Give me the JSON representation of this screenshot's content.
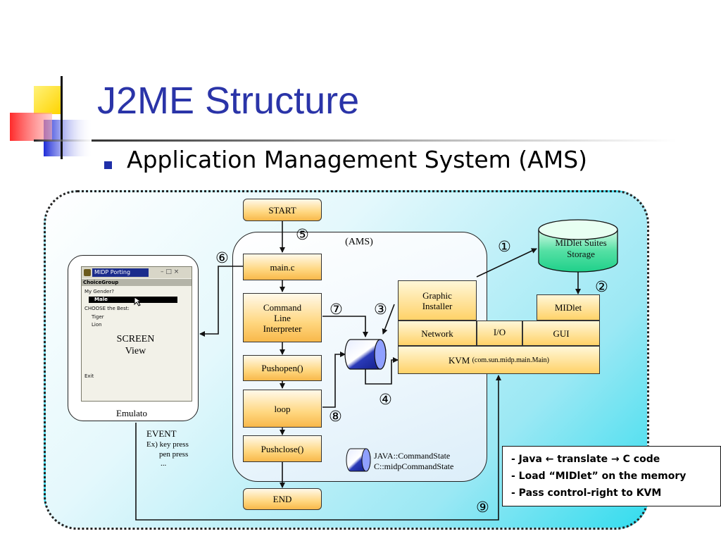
{
  "slide": {
    "title": "J2ME Structure",
    "bullet": "Application Management System (AMS)"
  },
  "diagram": {
    "ams_label": "(AMS)",
    "flow": {
      "start": "START",
      "main": "main.c",
      "cli_line1": "Command",
      "cli_line2": "Line",
      "cli_line3": "Interpreter",
      "pushopen": "Pushopen()",
      "loop": "loop",
      "pushclose": "Pushclose()",
      "end": "END"
    },
    "vm": {
      "graphic_installer_line1": "Graphic",
      "graphic_installer_line2": "Installer",
      "midlet": "MIDlet",
      "network": "Network",
      "io": "I/O",
      "gui": "GUI",
      "kvm": "KVM",
      "kvm_class": "(com.sun.midp.main.Main)"
    },
    "storage": {
      "line1": "MIDlet Suites",
      "line2": "Storage"
    },
    "emulator": {
      "label": "Emulato",
      "screen_line1": "SCREEN",
      "screen_line2": "View",
      "window_title": "MIDP Porting",
      "header": "ChoiceGroup",
      "q1": "My Gender?",
      "selected": "Male",
      "q2": "CHOOSE the Best:",
      "opt1": "Tiger",
      "opt2": "Lion",
      "exit": "Exit"
    },
    "event": {
      "title": "EVENT",
      "line1": "Ex) key press",
      "line2": "pen press",
      "line3": "..."
    },
    "legend": {
      "line1": "JAVA::CommandState",
      "line2": "C::midpCommandState"
    },
    "steps": {
      "s1": "①",
      "s2": "②",
      "s3": "③",
      "s4": "④",
      "s5": "⑤",
      "s6": "⑥",
      "s7": "⑦",
      "s8": "⑧",
      "s9": "⑨"
    }
  },
  "notes": {
    "line1": "- Java ← translate → C code",
    "line2": "- Load “MIDlet” on the memory",
    "line3": "- Pass control-right to KVM"
  },
  "colors": {
    "title": "#2a34a8",
    "box_fill": "#ffd780",
    "storage_fill": "#33d99a",
    "background_cyan": "#33dcee"
  }
}
